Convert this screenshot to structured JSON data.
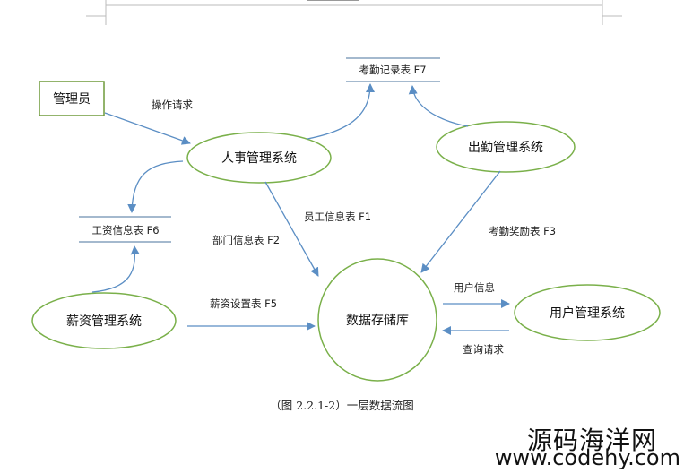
{
  "colors": {
    "arrow": "#5b8ec4",
    "ellipse": "#7ab04a",
    "box": "#6f9a3a",
    "store_line": "#6d8fb0"
  },
  "nodes": {
    "admin": "管理员",
    "hr_system": "人事管理系统",
    "attendance_system": "出勤管理系统",
    "salary_system": "薪资管理系统",
    "user_system": "用户管理系统",
    "datastore": "数据存储库"
  },
  "stores": {
    "attendance_record": "考勤记录表 F7",
    "salary_info": "工资信息表 F6"
  },
  "flows": {
    "operation_request": "操作请求",
    "employee_info": "员工信息表 F1",
    "department_info": "部门信息表 F2",
    "attendance_reward": "考勤奖励表 F3",
    "salary_settings": "薪资设置表 F5",
    "user_info": "用户信息",
    "query_request": "查询请求"
  },
  "caption": "（图 2.2.1-2）一层数据流图",
  "watermark": {
    "line1": "源码海洋网",
    "line2": "www.codehy.com"
  }
}
